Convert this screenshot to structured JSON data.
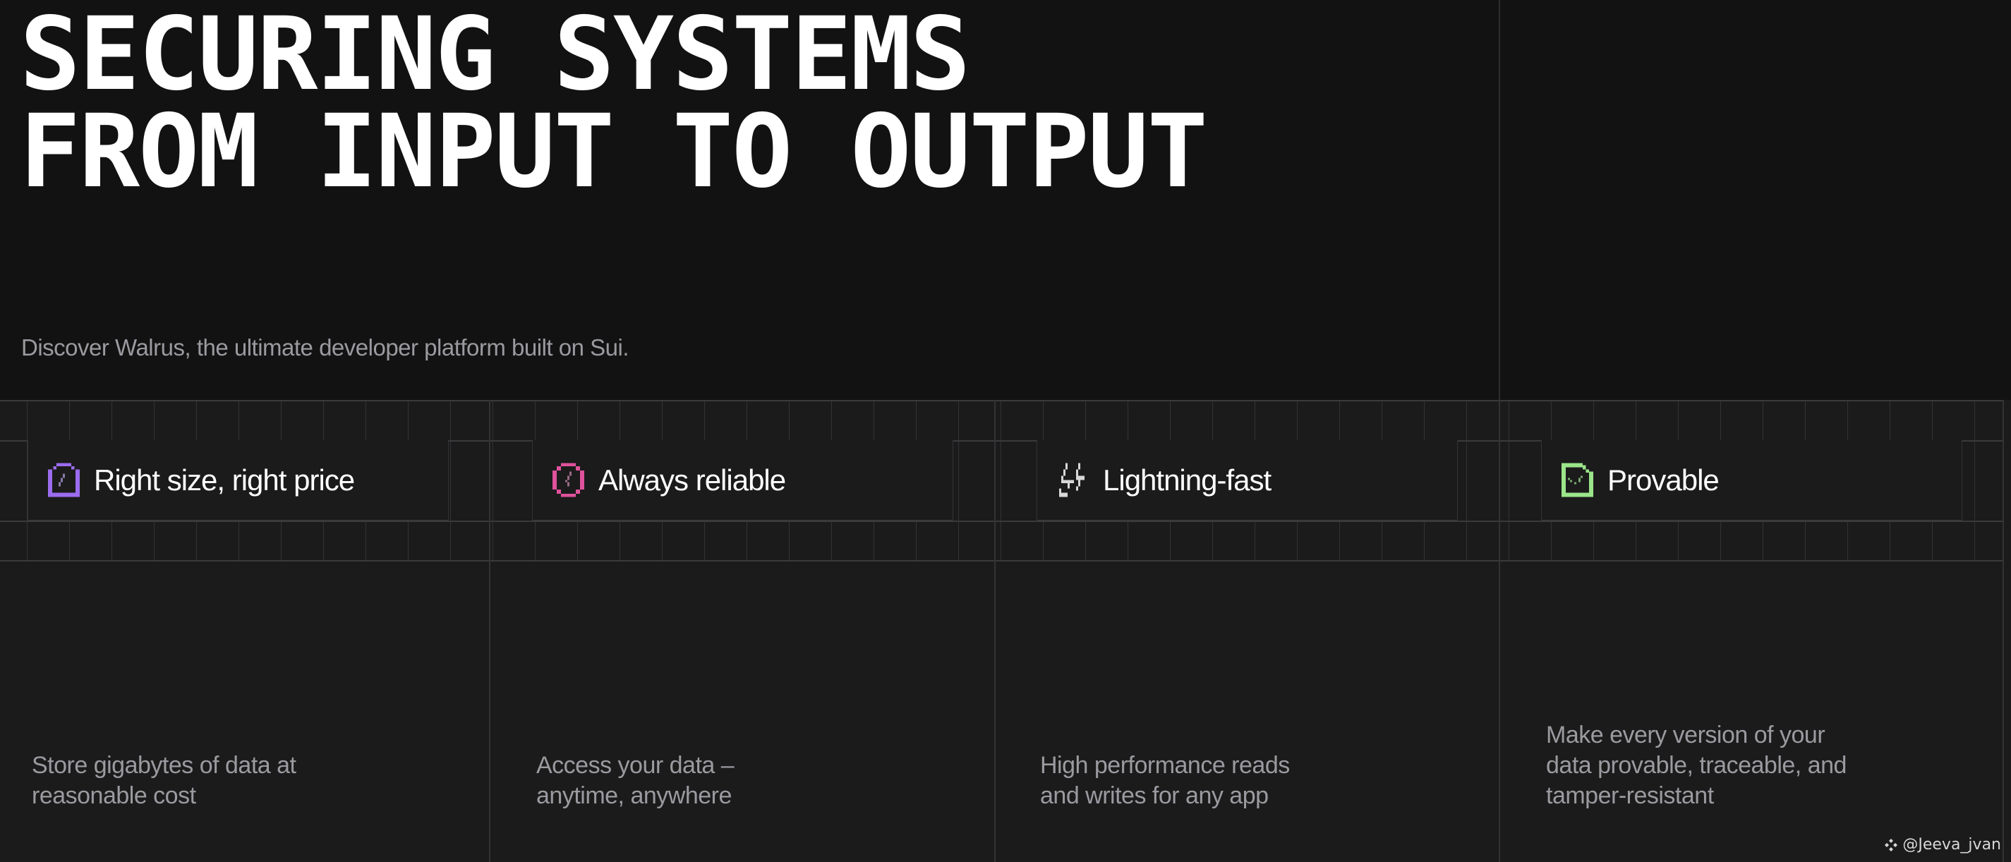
{
  "hero": {
    "title_line1": "SECURING SYSTEMS",
    "title_line2": "FROM INPUT TO OUTPUT",
    "subtitle": "Discover Walrus, the ultimate developer platform built on Sui."
  },
  "features": [
    {
      "icon": "bottle-icon",
      "color": "#9b6cf0",
      "title": "Right size, right price",
      "desc": [
        "Store gigabytes of data at",
        "reasonable cost"
      ]
    },
    {
      "icon": "clock-icon",
      "color": "#e0529c",
      "title": "Always reliable",
      "desc": [
        "Access your data –",
        "anytime, anywhere"
      ]
    },
    {
      "icon": "lightning-icon",
      "color": "#d8d8d8",
      "title": "Lightning-fast",
      "desc": [
        "High performance reads",
        "and writes for any app"
      ]
    },
    {
      "icon": "document-check-icon",
      "color": "#9be58a",
      "title": "Provable",
      "desc": [
        "Make every version of your",
        "data provable, traceable, and",
        "tamper-resistant"
      ]
    }
  ],
  "watermark": "@Jeeva_jvan"
}
